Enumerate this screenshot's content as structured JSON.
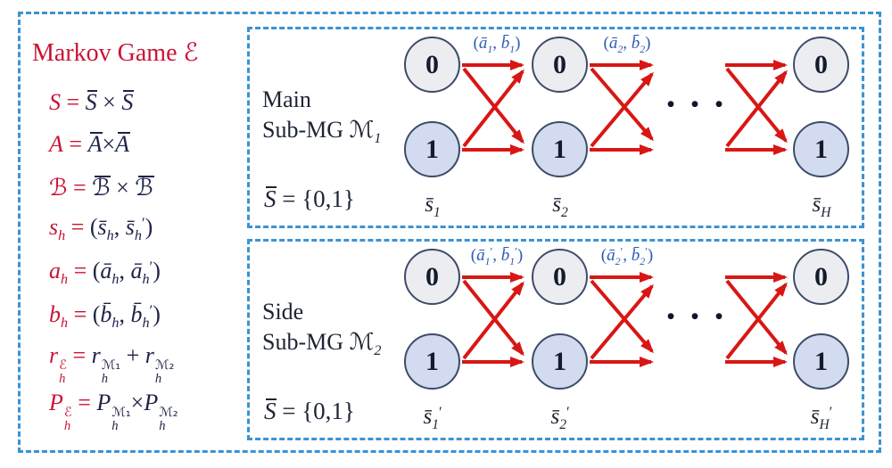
{
  "colors": {
    "crimson": "#cb1335",
    "dark": "#1e2347",
    "blue": "#2d5bb5",
    "dash_blue": "#3b93cf",
    "arrow_red": "#d81714",
    "node0_fill": "#ecedf1",
    "node1_fill": "#d2dbef",
    "node_border": "#3d4c68"
  },
  "left_panel": {
    "title_tokens": [
      {
        "x": "Markov Game "
      },
      {
        "x": "ℰ",
        "rl": 1
      }
    ],
    "equations": [
      {
        "tokens": [
          {
            "x": "S",
            "it": 1,
            "c": "crimson"
          },
          {
            "x": " = ",
            "c": "crimson"
          },
          {
            "x": "S",
            "it": 1,
            "bar": 1
          },
          {
            "x": " × "
          },
          {
            "x": "S",
            "it": 1,
            "bar": 1
          }
        ]
      },
      {
        "tokens": [
          {
            "x": "A",
            "it": 1,
            "c": "crimson"
          },
          {
            "x": " = ",
            "c": "crimson"
          },
          {
            "x": "A",
            "it": 1,
            "bar": 1
          },
          {
            "x": "×"
          },
          {
            "x": "A",
            "it": 1,
            "bar": 1
          }
        ]
      },
      {
        "tokens": [
          {
            "x": "ℬ",
            "rl": 1,
            "c": "crimson"
          },
          {
            "x": " = ",
            "c": "crimson"
          },
          {
            "x": "ℬ",
            "rl": 1,
            "bar": 1
          },
          {
            "x": " × "
          },
          {
            "x": "ℬ",
            "rl": 1,
            "bar": 1
          }
        ]
      },
      {
        "tokens": [
          {
            "x": "s",
            "it": 1,
            "c": "crimson",
            "sub": "h"
          },
          {
            "x": " = ",
            "c": "crimson"
          },
          {
            "x": "("
          },
          {
            "x": "s̄",
            "it": 1,
            "sub": "h"
          },
          {
            "x": ", "
          },
          {
            "x": "s̄",
            "it": 1,
            "sub": "h",
            "prime": 1
          },
          {
            "x": ")"
          }
        ]
      },
      {
        "tokens": [
          {
            "x": "a",
            "it": 1,
            "c": "crimson",
            "sub": "h"
          },
          {
            "x": " = ",
            "c": "crimson"
          },
          {
            "x": "("
          },
          {
            "x": "ā",
            "it": 1,
            "sub": "h"
          },
          {
            "x": ", "
          },
          {
            "x": "ā",
            "it": 1,
            "sub": "h",
            "prime": 1
          },
          {
            "x": ")"
          }
        ]
      },
      {
        "tokens": [
          {
            "x": "b",
            "it": 1,
            "c": "crimson",
            "sub": "h"
          },
          {
            "x": " = ",
            "c": "crimson"
          },
          {
            "x": "("
          },
          {
            "x": "b̄",
            "it": 1,
            "sub": "h"
          },
          {
            "x": ", "
          },
          {
            "x": "b̄",
            "it": 1,
            "sub": "h",
            "prime": 1
          },
          {
            "x": ")"
          }
        ]
      },
      {
        "tokens": [
          {
            "x": "r",
            "it": 1,
            "c": "crimson",
            "sub": "h",
            "sup": "ℰ"
          },
          {
            "x": " = ",
            "c": "crimson"
          },
          {
            "x": "r",
            "it": 1,
            "sub": "h",
            "sup": "ℳ₁"
          },
          {
            "x": " + "
          },
          {
            "x": "r",
            "it": 1,
            "sub": "h",
            "sup": "ℳ₂"
          }
        ]
      },
      {
        "tokens": [
          {
            "x": "P",
            "it": 1,
            "c": "crimson",
            "sub": "h",
            "sup": "ℰ"
          },
          {
            "x": " = ",
            "c": "crimson"
          },
          {
            "x": "P",
            "it": 1,
            "sub": "h",
            "sup": "ℳ₁"
          },
          {
            "x": "×"
          },
          {
            "x": "P",
            "it": 1,
            "sub": "h",
            "sup": "ℳ₂"
          }
        ]
      }
    ]
  },
  "main_box": {
    "label_line1": "Main",
    "label_line2_tokens": [
      {
        "x": "Sub-MG "
      },
      {
        "x": "ℳ",
        "rl": 1,
        "sub": "1"
      }
    ],
    "state_space_tokens": [
      {
        "x": "S",
        "it": 1,
        "bar": 1
      },
      {
        "x": " = {0,1}"
      }
    ],
    "nodes": [
      "0",
      "1"
    ],
    "column_labels": [
      [
        {
          "x": "s̄",
          "it": 1,
          "sub": "1"
        }
      ],
      [
        {
          "x": "s̄",
          "it": 1,
          "sub": "2"
        }
      ],
      [
        {
          "x": "s̄",
          "it": 1,
          "sub": "H"
        }
      ]
    ],
    "action_labels": [
      [
        {
          "x": "("
        },
        {
          "x": "ā",
          "it": 1,
          "sub": "1"
        },
        {
          "x": ", "
        },
        {
          "x": "b̄",
          "it": 1,
          "sub": "1"
        },
        {
          "x": ")"
        }
      ],
      [
        {
          "x": "("
        },
        {
          "x": "ā",
          "it": 1,
          "sub": "2"
        },
        {
          "x": ", "
        },
        {
          "x": "b̄",
          "it": 1,
          "sub": "2"
        },
        {
          "x": ")"
        }
      ]
    ],
    "ellipsis": "• • •"
  },
  "side_box": {
    "label_line1": "Side",
    "label_line2_tokens": [
      {
        "x": "Sub-MG "
      },
      {
        "x": "ℳ",
        "rl": 1,
        "sub": "2"
      }
    ],
    "state_space_tokens": [
      {
        "x": "S",
        "it": 1,
        "bar": 1
      },
      {
        "x": " = {0,1}"
      }
    ],
    "nodes": [
      "0",
      "1"
    ],
    "column_labels": [
      [
        {
          "x": "s̄",
          "it": 1,
          "sub": "1",
          "prime": 1
        }
      ],
      [
        {
          "x": "s̄",
          "it": 1,
          "sub": "2",
          "prime": 1
        }
      ],
      [
        {
          "x": "s̄",
          "it": 1,
          "sub": "H",
          "prime": 1
        }
      ]
    ],
    "action_labels": [
      [
        {
          "x": "("
        },
        {
          "x": "ā",
          "it": 1,
          "sub": "1",
          "prime": 1
        },
        {
          "x": ", "
        },
        {
          "x": "b̄",
          "it": 1,
          "sub": "1",
          "prime": 1
        },
        {
          "x": ")"
        }
      ],
      [
        {
          "x": "("
        },
        {
          "x": "ā",
          "it": 1,
          "sub": "2",
          "prime": 1
        },
        {
          "x": ", "
        },
        {
          "x": "b̄",
          "it": 1,
          "sub": "2",
          "prime": 1
        },
        {
          "x": ")"
        }
      ]
    ],
    "ellipsis": "• • •"
  }
}
